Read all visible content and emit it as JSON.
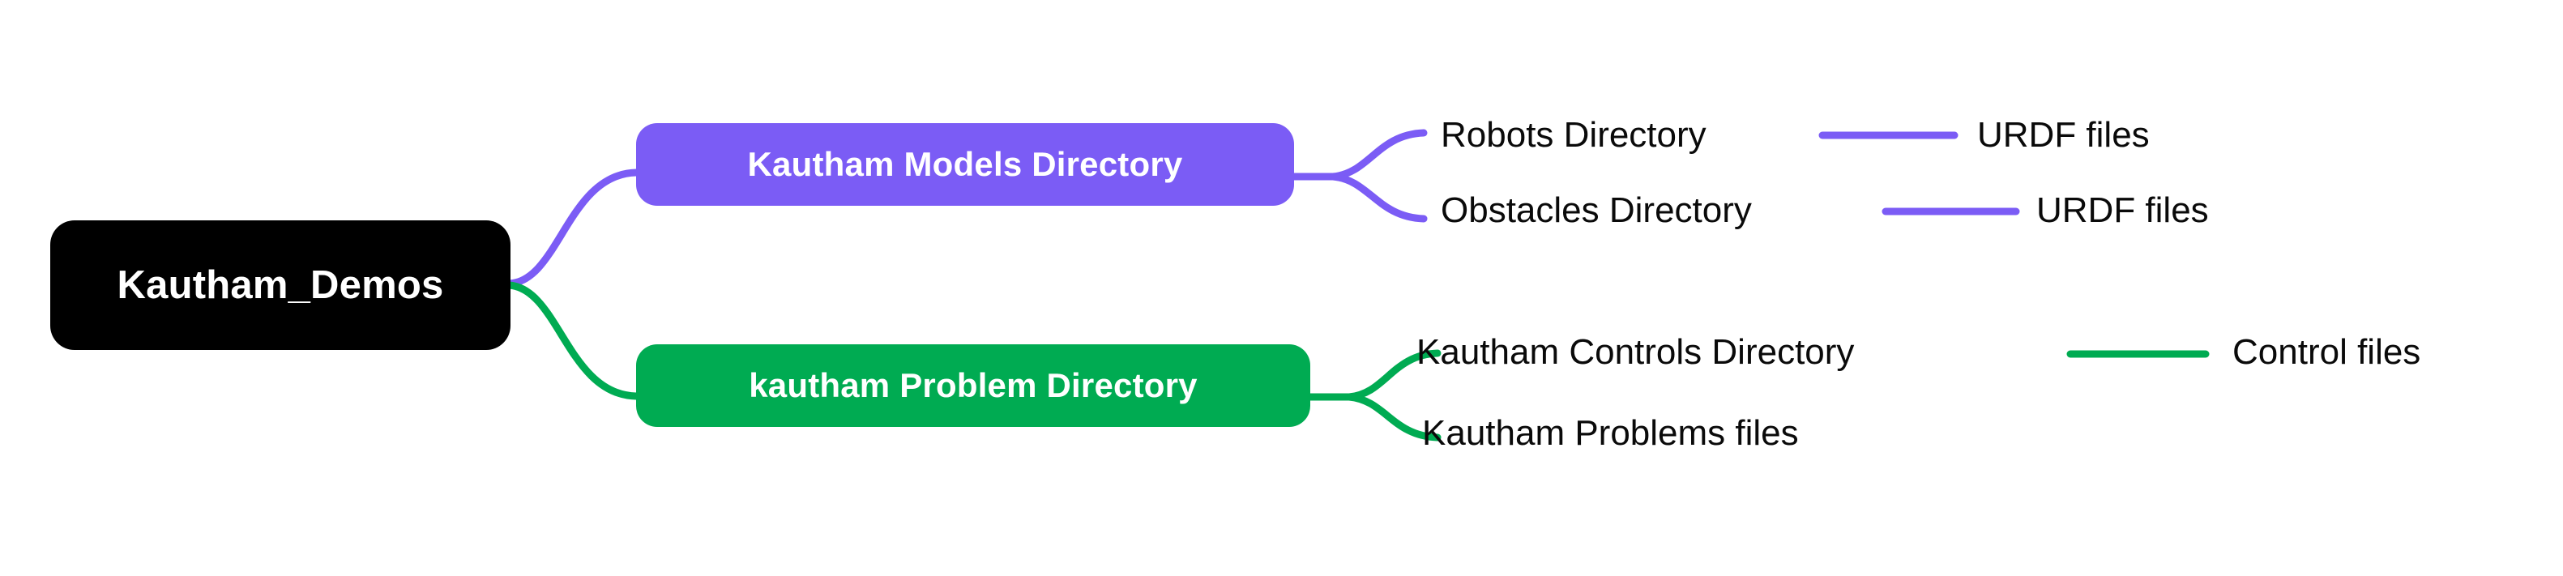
{
  "diagram": {
    "type": "mindmap",
    "title": "Kautham_Demos directory structure",
    "background_color": "#ffffff",
    "colors": {
      "root": "#000000",
      "models_branch": "#7b5cf5",
      "problem_branch": "#00ab52",
      "leaf_text": "#0a0a0a",
      "node_text": "#ffffff"
    },
    "root": {
      "label": "Kautham_Demos"
    },
    "branches": [
      {
        "id": "models",
        "label": "Kautham Models Directory",
        "color": "#7b5cf5",
        "children": [
          {
            "label": "Robots Directory",
            "children": [
              {
                "label": "URDF files"
              }
            ]
          },
          {
            "label": "Obstacles Directory",
            "children": [
              {
                "label": "URDF files"
              }
            ]
          }
        ]
      },
      {
        "id": "problem",
        "label": "kautham Problem Directory",
        "color": "#00ab52",
        "children": [
          {
            "label": "Kautham Controls Directory",
            "children": [
              {
                "label": "Control files"
              }
            ]
          },
          {
            "label": "Kautham Problems files",
            "children": []
          }
        ]
      }
    ]
  }
}
